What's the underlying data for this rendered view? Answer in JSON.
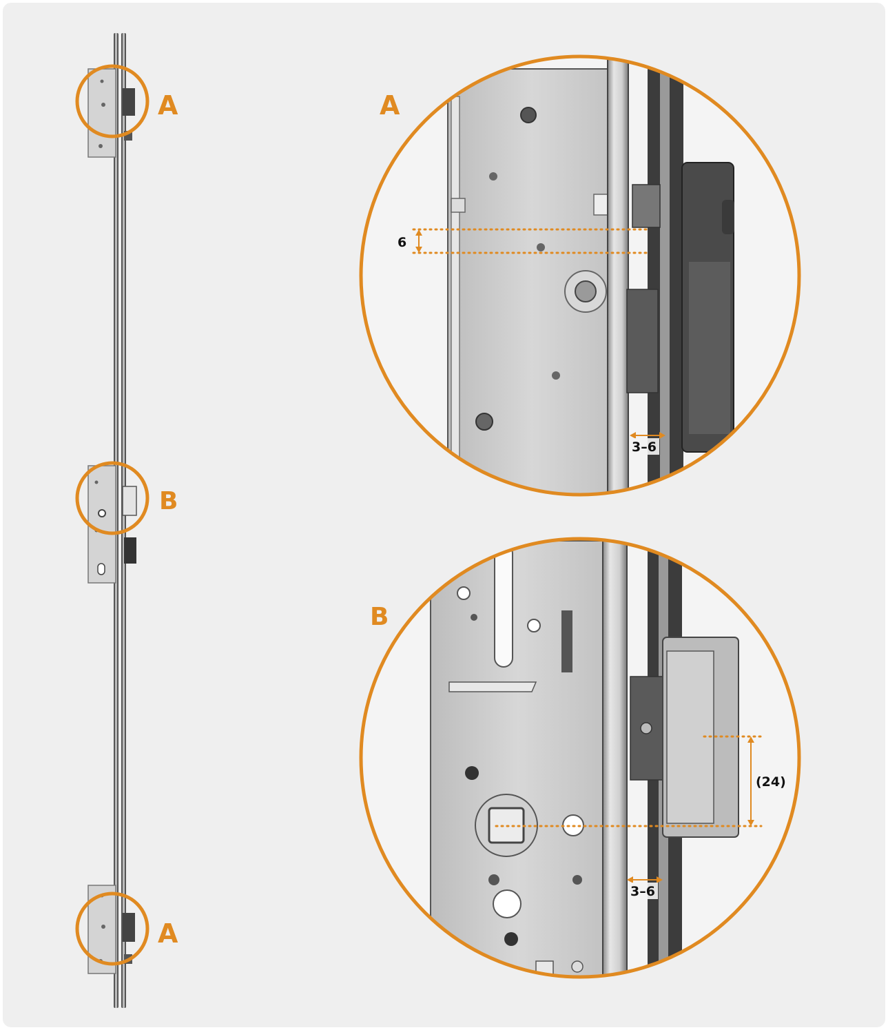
{
  "colors": {
    "accent": "#e08a21",
    "background": "#efefef",
    "metal": "#c8c8c8",
    "dark": "#3a3a3a"
  },
  "labels": {
    "a_top": "A",
    "b_mid": "B",
    "a_bottom": "A",
    "a_detail": "A",
    "b_detail": "B"
  },
  "dimensions": {
    "a_gap": "6",
    "a_width": "3–6",
    "b_height": "(24)",
    "b_width": "3–6"
  }
}
